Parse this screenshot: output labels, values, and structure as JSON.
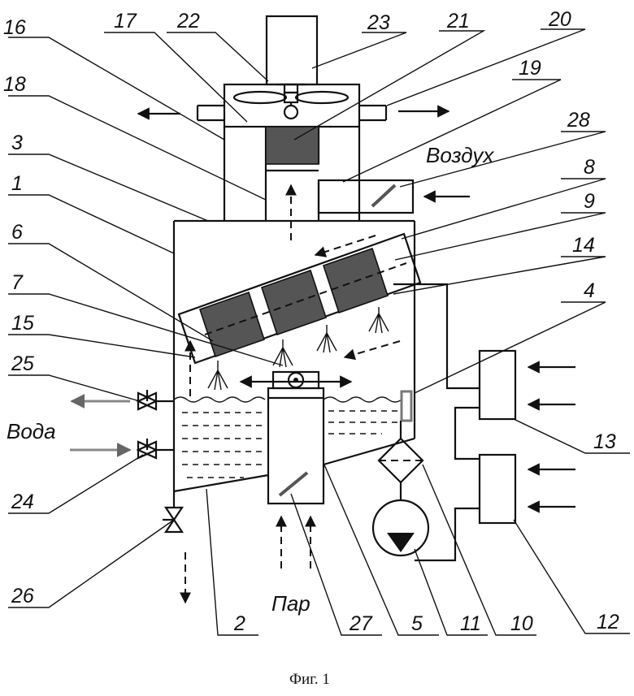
{
  "labels": {
    "n1": "1",
    "n2": "2",
    "n3": "3",
    "n4": "4",
    "n5": "5",
    "n6": "6",
    "n7": "7",
    "n8": "8",
    "n9": "9",
    "n10": "10",
    "n11": "11",
    "n12": "12",
    "n13": "13",
    "n14": "14",
    "n15": "15",
    "n16": "16",
    "n17": "17",
    "n18": "18",
    "n19": "19",
    "n20": "20",
    "n21": "21",
    "n22": "22",
    "n23": "23",
    "n24": "24",
    "n25": "25",
    "n26": "26",
    "n27": "27",
    "n28": "28"
  },
  "words": {
    "air": "Воздух",
    "water": "Вода",
    "steam": "Пар"
  },
  "caption": "Фиг. 1"
}
